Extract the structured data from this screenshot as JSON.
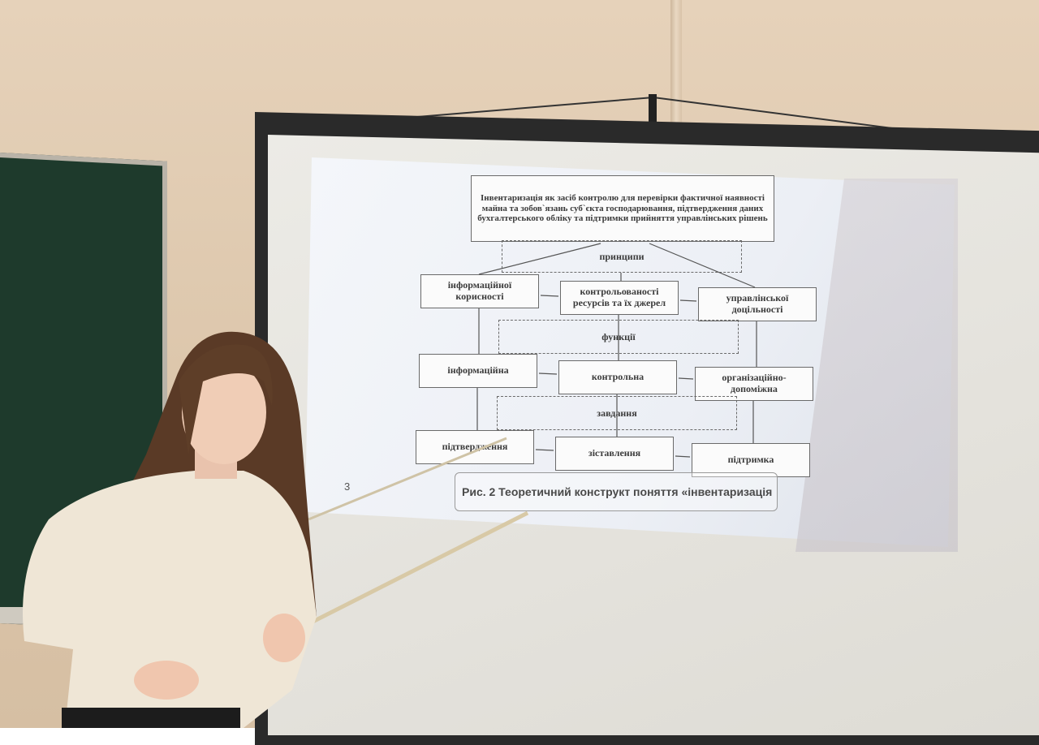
{
  "slide": {
    "number": "3",
    "top_box": "Інвентаризація як засіб контролю для перевірки фактичної наявності майна та зобов`язань суб`єкта господарювання, підтвердження даних бухгалтерського обліку та підтримки прийняття управлінських рішень",
    "principles_label": "принципи",
    "principles": [
      "інформаційної корисності",
      "контрольованості ресурсів та їх джерел",
      "управлінської доцільності"
    ],
    "functions_label": "функції",
    "functions": [
      "інформаційна",
      "контрольна",
      "організаційно-допоміжна"
    ],
    "tasks_label": "завдання",
    "tasks": [
      "підтвердження",
      "зіставлення",
      "підтримка"
    ],
    "caption": "Рис. 2 Теоретичний конструкт поняття «інвентаризація"
  },
  "colors": {
    "wall": "#e6d2ba",
    "chalkboard": "#1e3a2c",
    "screen": "#ecebe6",
    "sweater": "#efe6d6",
    "hair": "#5a3a26"
  }
}
